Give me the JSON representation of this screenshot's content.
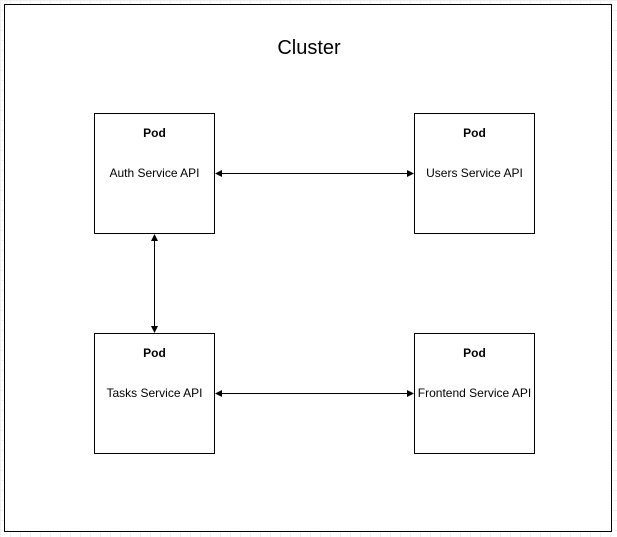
{
  "cluster": {
    "title": "Cluster"
  },
  "pods": [
    {
      "id": "auth",
      "title": "Pod",
      "label": "Auth Service API"
    },
    {
      "id": "users",
      "title": "Pod",
      "label": "Users Service API"
    },
    {
      "id": "tasks",
      "title": "Pod",
      "label": "Tasks Service API"
    },
    {
      "id": "frontend",
      "title": "Pod",
      "label": "Frontend Service API"
    }
  ],
  "connections": [
    {
      "from": "auth",
      "to": "users",
      "bidirectional": true
    },
    {
      "from": "auth",
      "to": "tasks",
      "bidirectional": true
    },
    {
      "from": "tasks",
      "to": "frontend",
      "bidirectional": true
    }
  ],
  "colors": {
    "stroke": "#000000",
    "background": "#ffffff",
    "grid": "#f0f0f0"
  }
}
